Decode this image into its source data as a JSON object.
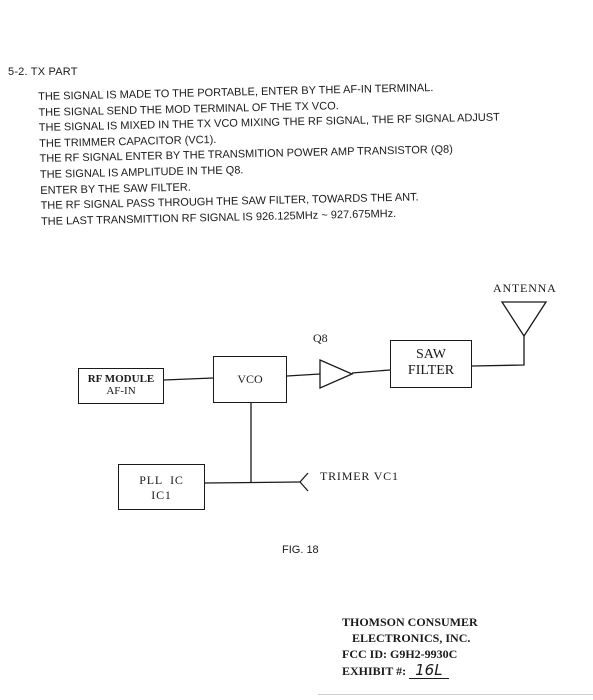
{
  "section_title": "5-2. TX PART",
  "paragraph_lines": [
    "THE SIGNAL IS MADE TO THE PORTABLE, ENTER BY THE AF-IN TERMINAL.",
    "THE SIGNAL SEND THE MOD TERMINAL OF THE TX VCO.",
    "THE SIGNAL IS MIXED IN THE TX VCO MIXING THE RF SIGNAL, THE RF SIGNAL ADJUST",
    "THE TRIMMER CAPACITOR (VC1).",
    "THE RF SIGNAL ENTER BY THE TRANSMITION POWER AMP TRANSISTOR (Q8)",
    "THE SIGNAL IS AMPLITUDE IN THE Q8.",
    "ENTER BY THE SAW FILTER.",
    "THE RF SIGNAL PASS THROUGH THE SAW FILTER, TOWARDS THE ANT.",
    "THE LAST TRANSMITTION RF SIGNAL IS 926.125MHz ~ 927.675MHz."
  ],
  "diagram": {
    "rf_module_line1": "RF MODULE",
    "rf_module_line2": "AF-IN",
    "vco": "VCO",
    "q8": "Q8",
    "saw_line1": "SAW",
    "saw_line2": "FILTER",
    "antenna": "ANTENNA",
    "pll_line1": "PLL  IC",
    "pll_line2": "IC1",
    "trimmer": "TRIMER  VC1"
  },
  "figure_caption": "FIG. 18",
  "stamp": {
    "company_line1": "THOMSON CONSUMER",
    "company_line2": "ELECTRONICS, INC.",
    "fcc_id": "FCC ID: G9H2-9930C",
    "exhibit_label": "EXHIBIT #:",
    "exhibit_number": "16L"
  }
}
